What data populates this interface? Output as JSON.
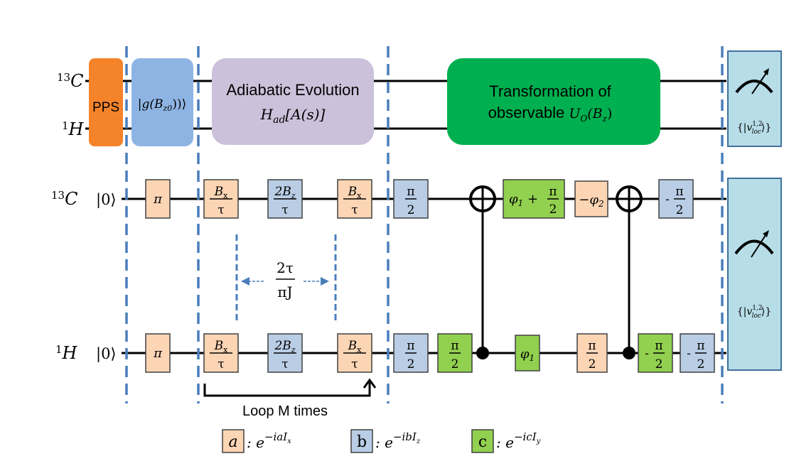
{
  "colors": {
    "pps": "#f5832a",
    "init_state": "#8eb4e3",
    "adiabatic": "#ccc1da",
    "transformation": "#00b050",
    "measure": "#b7dde8",
    "gate_a": "#fcd5b5",
    "gate_b": "#b9cde5",
    "gate_c": "#92d050",
    "separator": "#4a7ebb"
  },
  "top_section": {
    "qubit_labels": [
      {
        "sup": "13",
        "name": "C"
      },
      {
        "sup": "1",
        "name": "H"
      }
    ],
    "pps_label": "PPS",
    "init_state_label": "|g(B",
    "init_state_sub": "z0",
    "init_state_close": "))⟩",
    "adiabatic_title": "Adiabatic Evolution",
    "adiabatic_formula_main": "H",
    "adiabatic_formula_sub": "ad",
    "adiabatic_formula_rest": "[A(s)]",
    "transformation_line1": "Transformation of",
    "transformation_line2": "observable ",
    "transformation_U": "U",
    "transformation_U_sub": "O",
    "transformation_arg": "(B",
    "transformation_arg_sub": "z",
    "transformation_arg_close": ")",
    "measure_label_open": "{|",
    "measure_label_v": "v",
    "measure_label_sup": "1,2",
    "measure_label_sub": "loc",
    "measure_label_close": "⟩}"
  },
  "bottom_section": {
    "qubit_labels": [
      {
        "sup": "13",
        "name": "C",
        "init": "|0⟩"
      },
      {
        "sup": "1",
        "name": "H",
        "init": "|0⟩"
      }
    ],
    "carbon_gates": [
      {
        "type": "a",
        "num": "π",
        "den": ""
      },
      {
        "type": "a",
        "num": "B",
        "num_sub": "x",
        "den": "τ"
      },
      {
        "type": "b",
        "num": "2B",
        "num_sub": "z",
        "den": "τ"
      },
      {
        "type": "a",
        "num": "B",
        "num_sub": "x",
        "den": "τ"
      },
      {
        "type": "b",
        "num": "π",
        "den": "2"
      },
      {
        "type": "c",
        "label": "φ₁ + π/2",
        "pre": "φ",
        "pre_sub": "1",
        "plus": " + ",
        "num": "π",
        "den": "2"
      },
      {
        "type": "a",
        "label": "−φ₂",
        "pre": "−φ",
        "pre_sub": "2"
      },
      {
        "type": "b",
        "sign": "-",
        "num": "π",
        "den": "2"
      }
    ],
    "hydrogen_gates": [
      {
        "type": "a",
        "num": "π",
        "den": ""
      },
      {
        "type": "a",
        "num": "B",
        "num_sub": "x",
        "den": "τ"
      },
      {
        "type": "b",
        "num": "2B",
        "num_sub": "z",
        "den": "τ"
      },
      {
        "type": "a",
        "num": "B",
        "num_sub": "x",
        "den": "τ"
      },
      {
        "type": "b",
        "num": "π",
        "den": "2"
      },
      {
        "type": "c",
        "num": "π",
        "den": "2"
      },
      {
        "type": "c",
        "pre": "φ",
        "pre_sub": "1"
      },
      {
        "type": "a",
        "num": "π",
        "den": "2"
      },
      {
        "type": "c",
        "sign": "-",
        "num": "π",
        "den": "2"
      },
      {
        "type": "b",
        "sign": "-",
        "num": "π",
        "den": "2"
      }
    ],
    "delay_num": "2τ",
    "delay_den": "πJ",
    "loop_label": "Loop M times",
    "measure_label_open": "{|",
    "measure_label_v": "v",
    "measure_label_sup": "1,2",
    "measure_label_sub": "loc",
    "measure_label_close": "⟩}"
  },
  "legend": [
    {
      "key": "a",
      "text": ": e",
      "sup": "−iaI",
      "sup_sub": "x"
    },
    {
      "key": "b",
      "text": ": e",
      "sup": "−ibI",
      "sup_sub": "z"
    },
    {
      "key": "c",
      "text": ": e",
      "sup": "−icI",
      "sup_sub": "y"
    }
  ]
}
